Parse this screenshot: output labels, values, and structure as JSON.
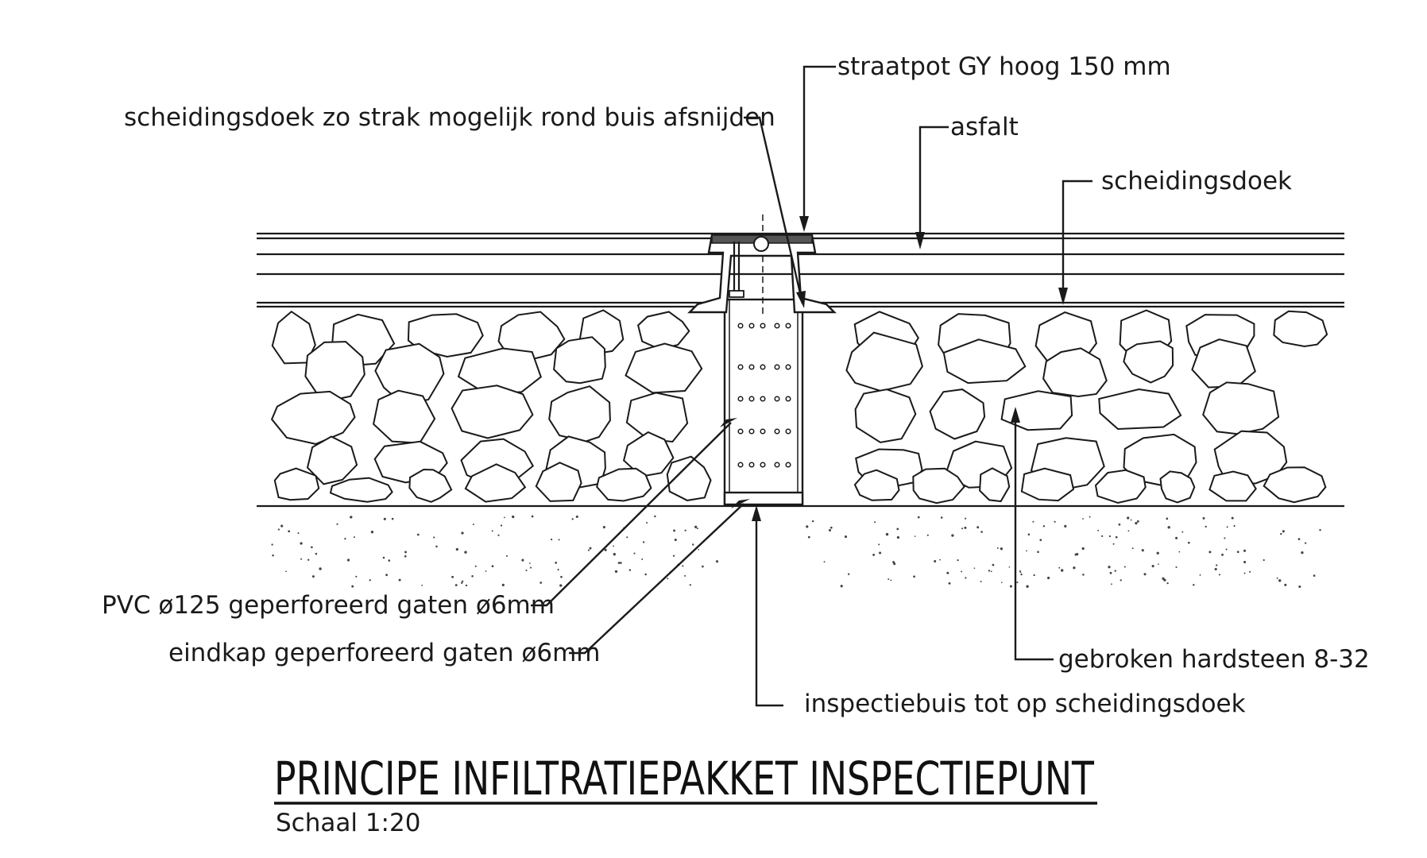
{
  "labels": {
    "straatpot": "straatpot GY hoog 150 mm",
    "scheidingsdoek_afsnijden": "scheidingsdoek zo strak mogelijk rond buis afsnijden",
    "asfalt": "asfalt",
    "scheidingsdoek": "scheidingsdoek",
    "pvc": "PVC ø125 geperforeerd gaten ø6mm",
    "eindkap": "eindkap geperforeerd gaten ø6mm",
    "hardsteen": "gebroken hardsteen 8-32",
    "inspectiebuis": "inspectiebuis tot op scheidingsdoek"
  },
  "title": "PRINCIPE INFILTRATIEPAKKET INSPECTIEPUNT",
  "scale": "Schaal 1:20"
}
